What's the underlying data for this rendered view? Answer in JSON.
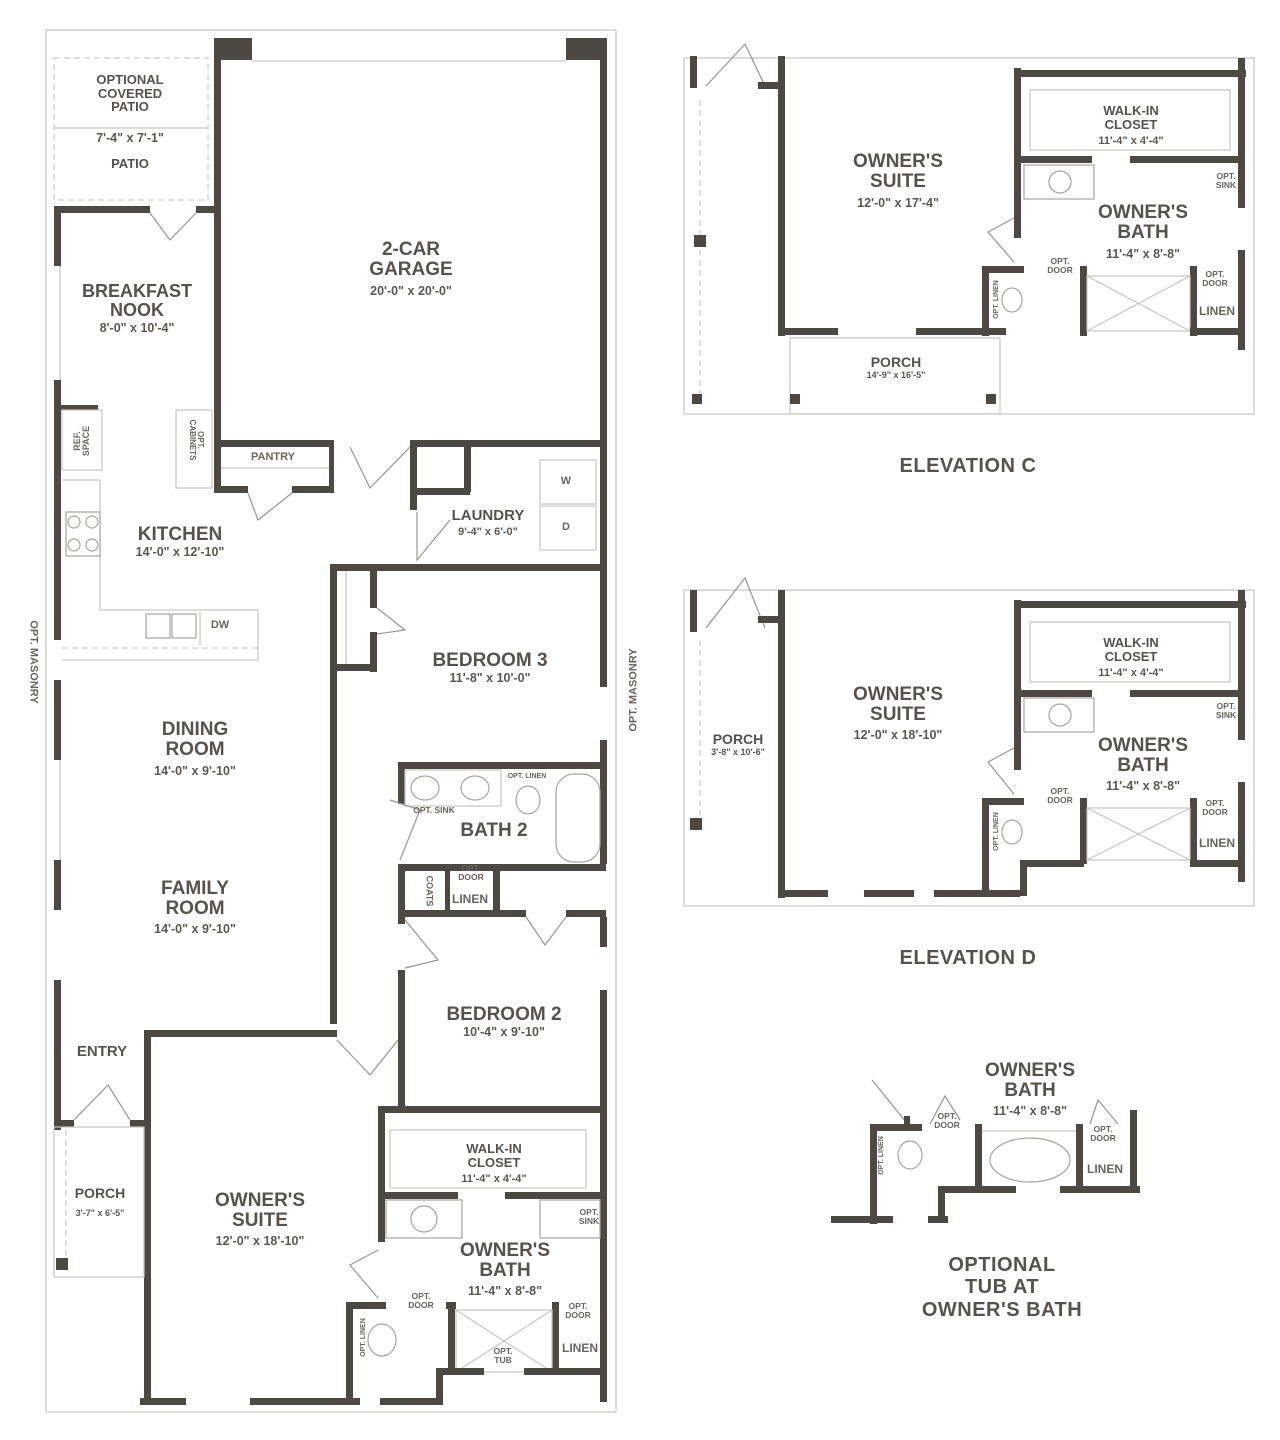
{
  "main_plan": {
    "optional_patio": {
      "label": "OPTIONAL\nCOVERED\nPATIO",
      "dims": "7'-4\" x 7'-1\"",
      "patio_label": "PATIO"
    },
    "garage": {
      "label": "2-CAR\nGARAGE",
      "dims": "20'-0\" x 20'-0\""
    },
    "breakfast_nook": {
      "label": "BREAKFAST\nNOOK",
      "dims": "8'-0\" x 10'-4\""
    },
    "ref_space": "REF.\nSPACE",
    "opt_cabinets": "OPT.\nCABINETS",
    "pantry": "PANTRY",
    "kitchen": {
      "label": "KITCHEN",
      "dims": "14'-0\" x 12'-10\""
    },
    "dw": "DW",
    "laundry": {
      "label": "LAUNDRY",
      "dims": "9'-4\" x 6'-0\"",
      "washer": "W",
      "dryer": "D"
    },
    "bedroom3": {
      "label": "BEDROOM 3",
      "dims": "11'-8\" x 10'-0\""
    },
    "dining_room": {
      "label": "DINING\nROOM",
      "dims": "14'-0\" x 9'-10\""
    },
    "family_room": {
      "label": "FAMILY\nROOM",
      "dims": "14'-0\" x 9'-10\""
    },
    "bath2": {
      "label": "BATH 2",
      "opt_sink": "OPT. SINK",
      "opt_linen": "OPT. LINEN",
      "opt_door": "OPT.\nDOOR"
    },
    "coats": "COATS",
    "linen": "LINEN",
    "bedroom2": {
      "label": "BEDROOM 2",
      "dims": "10'-4\" x 9'-10\""
    },
    "entry": "ENTRY",
    "porch": {
      "label": "PORCH",
      "dims": "3'-7\" x 6'-5\""
    },
    "owners_suite": {
      "label": "OWNER'S\nSUITE",
      "dims": "12'-0\" x 18'-10\""
    },
    "walk_in_closet": {
      "label": "WALK-IN\nCLOSET",
      "dims": "11'-4\" x 4'-4\""
    },
    "owners_bath": {
      "label": "OWNER'S\nBATH",
      "dims": "11'-4\" x 8'-8\"",
      "opt_sink": "OPT.\nSINK",
      "opt_door_left": "OPT.\nDOOR",
      "opt_door_right": "OPT.\nDOOR",
      "opt_tub": "OPT.\nTUB",
      "opt_linen": "OPT. LINEN",
      "linen": "LINEN"
    },
    "opt_masonry_left": "OPT. MASONRY",
    "opt_masonry_right": "OPT. MASONRY"
  },
  "elevation_c": {
    "title": "ELEVATION C",
    "owners_suite": {
      "label": "OWNER'S\nSUITE",
      "dims": "12'-0\" x 17'-4\""
    },
    "walk_in_closet": {
      "label": "WALK-IN\nCLOSET",
      "dims": "11'-4\" x 4'-4\""
    },
    "owners_bath": {
      "label": "OWNER'S\nBATH",
      "dims": "11'-4\" x 8'-8\""
    },
    "opt_sink": "OPT.\nSINK",
    "opt_door_left": "OPT.\nDOOR",
    "opt_door_right": "OPT.\nDOOR",
    "opt_linen": "OPT. LINEN",
    "linen": "LINEN",
    "porch": {
      "label": "PORCH",
      "dims": "14'-9\" x 16'-5\""
    }
  },
  "elevation_d": {
    "title": "ELEVATION D",
    "owners_suite": {
      "label": "OWNER'S\nSUITE",
      "dims": "12'-0\" x 18'-10\""
    },
    "walk_in_closet": {
      "label": "WALK-IN\nCLOSET",
      "dims": "11'-4\" x 4'-4\""
    },
    "owners_bath": {
      "label": "OWNER'S\nBATH",
      "dims": "11'-4\" x 8'-8\""
    },
    "opt_sink": "OPT.\nSINK",
    "opt_door_left": "OPT.\nDOOR",
    "opt_door_right": "OPT.\nDOOR",
    "opt_linen": "OPT. LINEN",
    "linen": "LINEN",
    "porch": {
      "label": "PORCH",
      "dims": "3'-8\" x 10'-6\""
    }
  },
  "optional_tub": {
    "title": "OPTIONAL\nTUB AT\nOWNER'S BATH",
    "owners_bath": {
      "label": "OWNER'S\nBATH",
      "dims": "11'-4\" x 8'-8\""
    },
    "opt_door_left": "OPT.\nDOOR",
    "opt_door_right": "OPT.\nDOOR",
    "opt_linen": "OPT. LINEN",
    "linen": "LINEN"
  },
  "colors": {
    "wall": "#4e4843",
    "text": "#57524d",
    "light_line": "#c9c6c2"
  }
}
